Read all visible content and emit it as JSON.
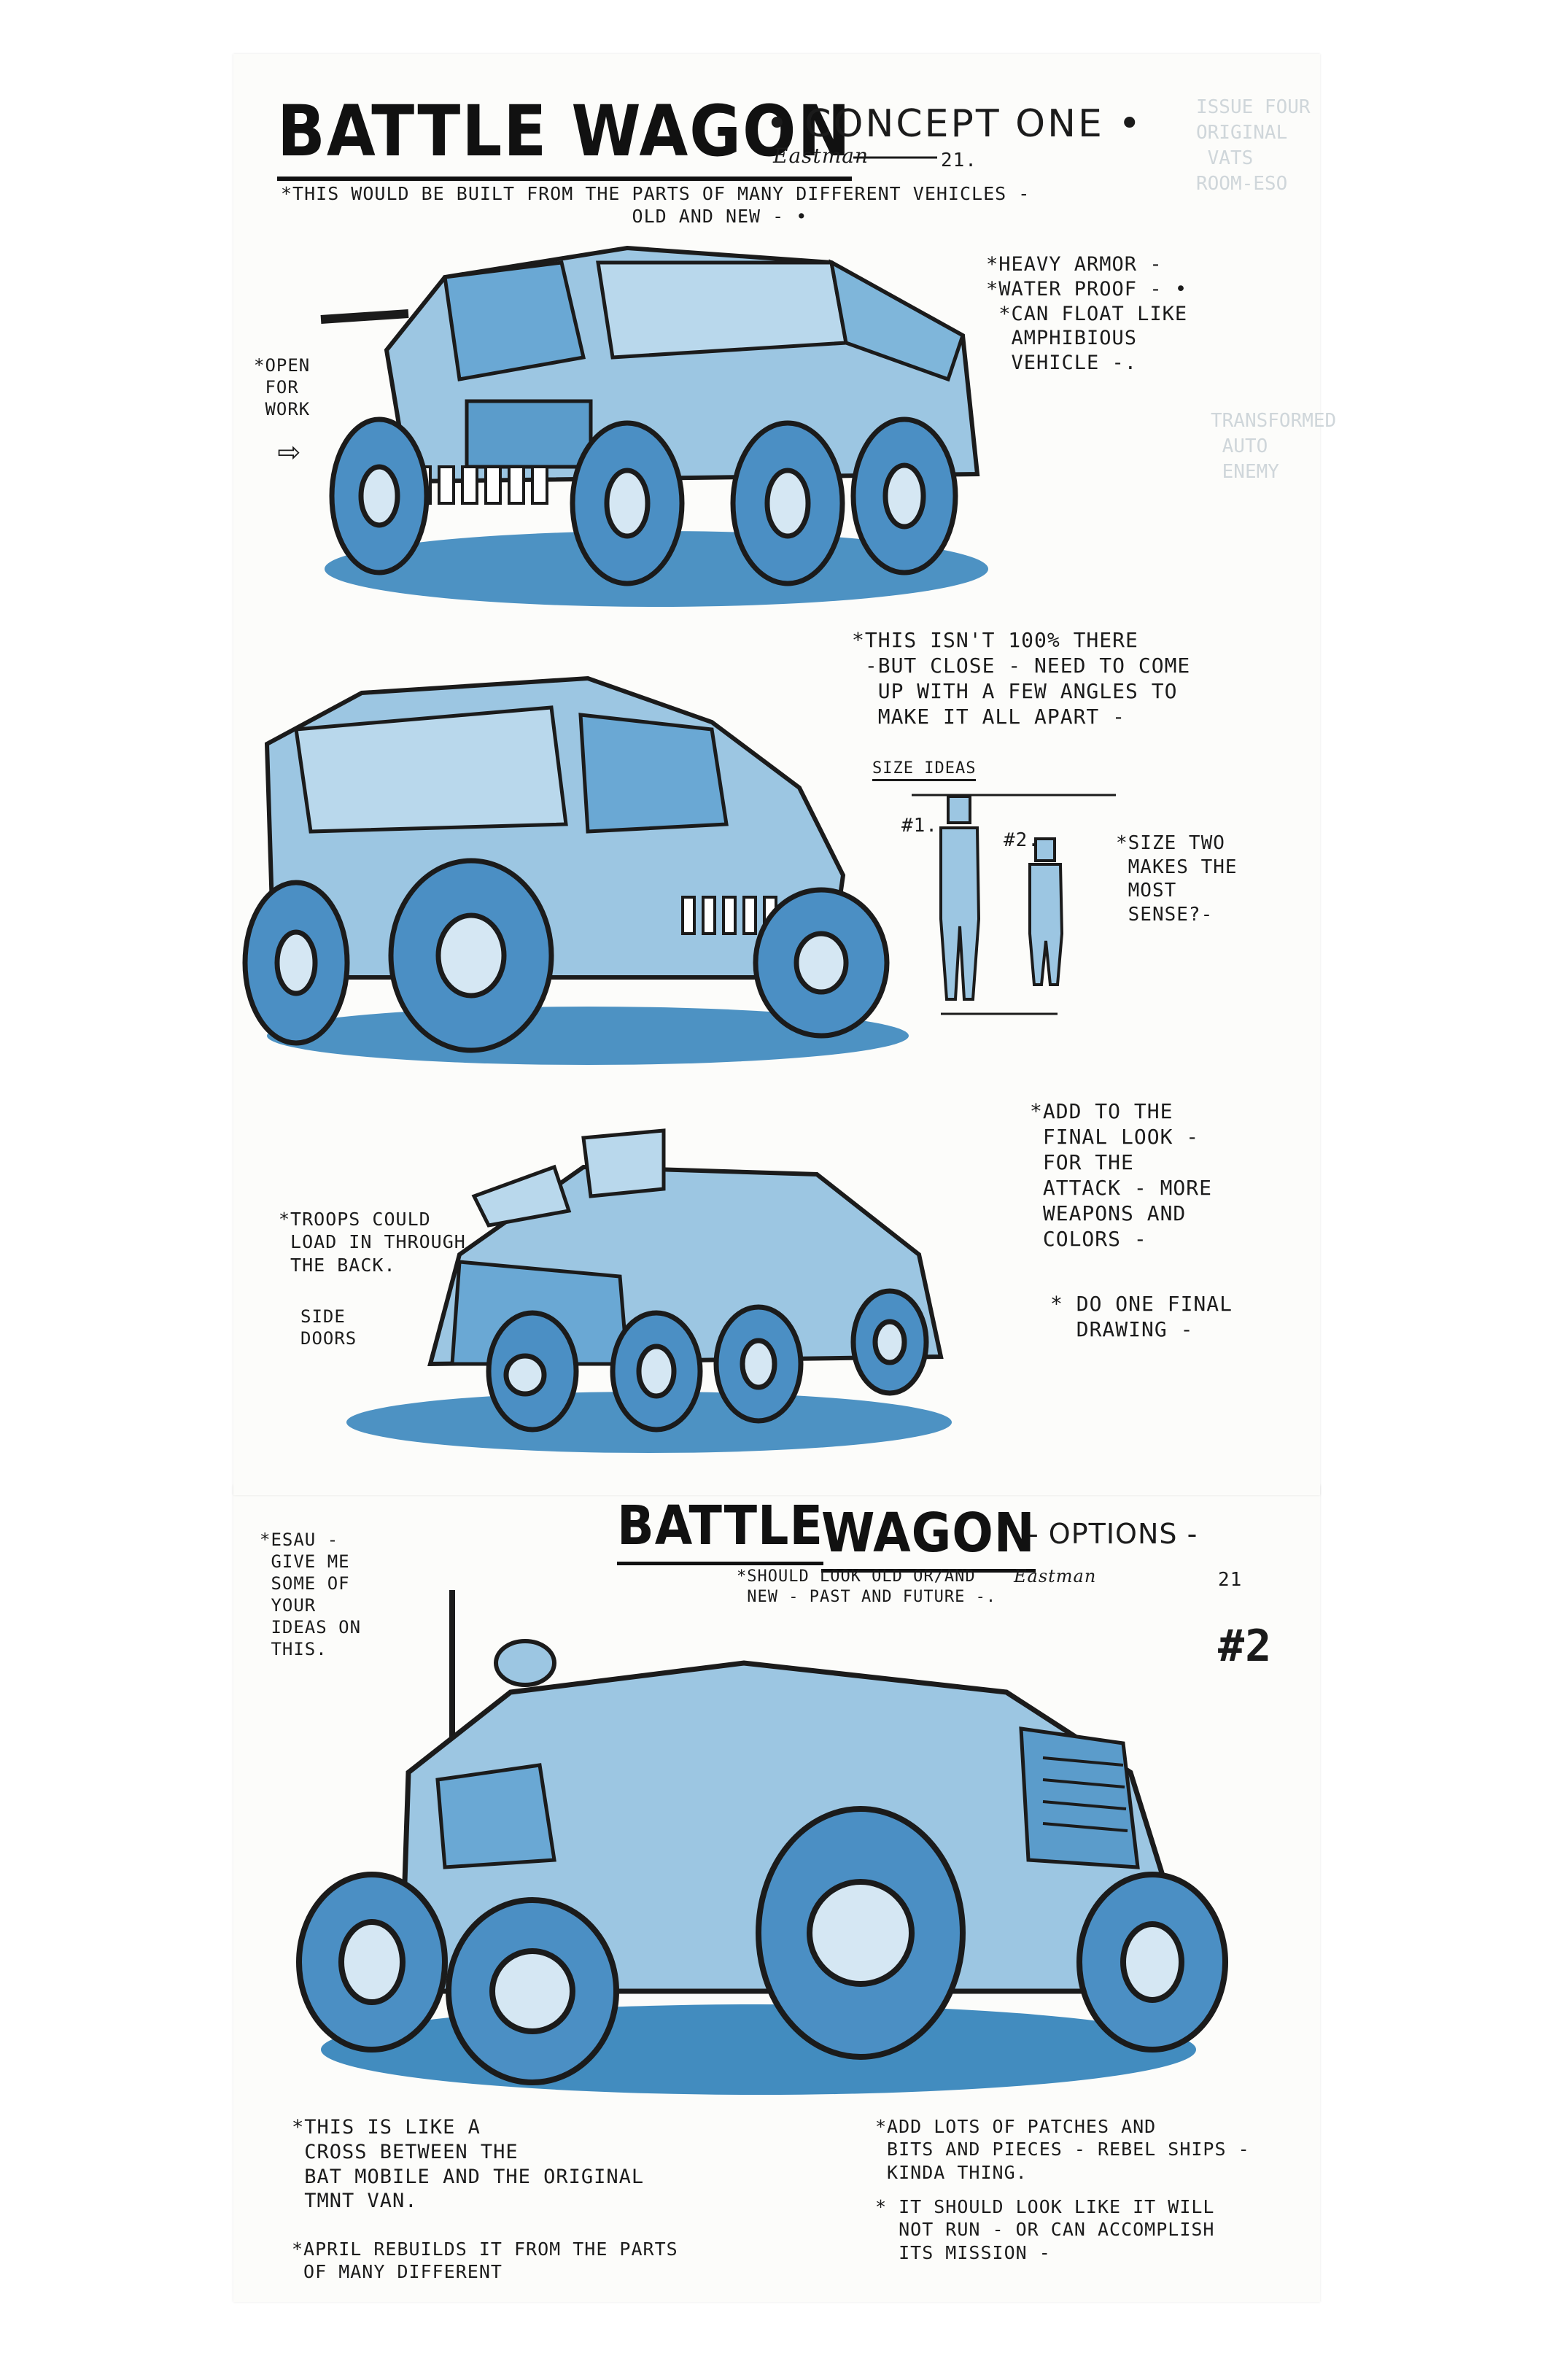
{
  "colors": {
    "ink": "#1b1b1b",
    "blue": "#2e7fb8",
    "light_blue": "#9cc6e2",
    "paper": "#fcfcfa"
  },
  "page1": {
    "title_main": "BATTLE WAGON",
    "title_sub": "• CONCEPT ONE •",
    "signature": "Eastman",
    "year": "21.",
    "intro_note": "*THIS WOULD BE BUILT FROM THE PARTS OF MANY DIFFERENT VEHICLES -\n                              OLD AND NEW - •",
    "armor_notes": "*HEAVY ARMOR -\n*WATER PROOF - •\n *CAN FLOAT LIKE\n  AMPHIBIOUS\n  VEHICLE -.",
    "open_note": "*OPEN\n FOR\n WORK",
    "open_arrow": "⇨",
    "not_there_note": "*THIS ISN'T 100% THERE\n -BUT CLOSE - NEED TO COME\n  UP WITH A FEW ANGLES TO\n  MAKE IT ALL APART -",
    "size_ideas_label": "SIZE IDEAS",
    "size_one": "#1.",
    "size_two": "#2.",
    "size_note": "*SIZE TWO\n MAKES THE\n MOST\n SENSE?-",
    "final_look_note": "*ADD TO THE\n FINAL LOOK -\n FOR THE\n ATTACK - MORE\n WEAPONS AND\n COLORS -",
    "final_drawing_note": "* DO ONE FINAL\n  DRAWING -",
    "troops_note": "*TROOPS COULD\n LOAD IN THROUGH\n THE BACK.",
    "side_doors_note": "SIDE\nDOORS"
  },
  "page2": {
    "title_main": "BATTLE",
    "title_main2": "WAGON",
    "title_sub": "- OPTIONS -",
    "signature": "Eastman",
    "year": "21",
    "look_note": "*SHOULD LOOK OLD OR/AND\n NEW - PAST AND FUTURE -.",
    "esau_note": "*ESAU -\n GIVE ME\n SOME OF\n YOUR\n IDEAS ON\n THIS.",
    "number_label": "#2",
    "batmobile_note": "*THIS IS LIKE A\n CROSS BETWEEN THE\n BAT MOBILE AND THE ORIGINAL\n TMNT VAN.",
    "april_note": "*APRIL REBUILDS IT FROM THE PARTS\n OF MANY DIFFERENT",
    "patches_note": "*ADD LOTS OF PATCHES AND\n BITS AND PIECES - REBEL SHIPS -\n KINDA THING.",
    "mission_note": "* IT SHOULD LOOK LIKE IT WILL\n  NOT RUN - OR CAN ACCOMPLISH\n  ITS MISSION -"
  }
}
